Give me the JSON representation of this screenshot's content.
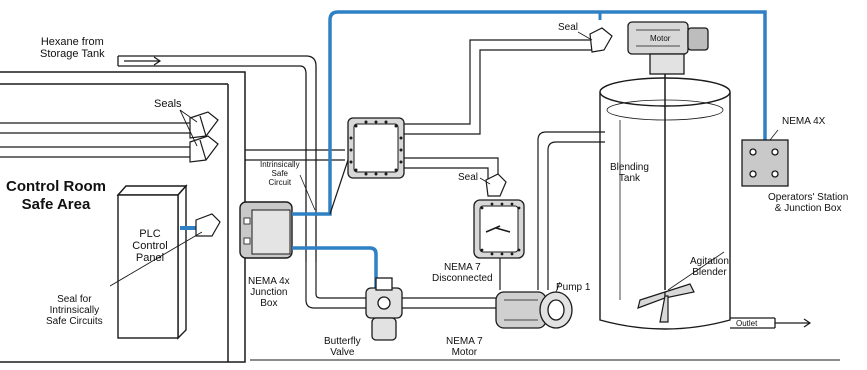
{
  "labels": {
    "hexane": "Hexane from\nStorage Tank",
    "seals": "Seals",
    "control_room": "Control Room\nSafe Area",
    "plc": "PLC\nControl\nPanel",
    "seal_for_is": "Seal for\nIntrinsically\nSafe Circuits",
    "is_circuit": "Intrinsically\nSafe\nCircuit",
    "junction_box": "NEMA 4x\nJunction\nBox",
    "butterfly": "Butterfly\nValve",
    "nema7_motor": "NEMA 7\nMotor",
    "pump": "Pump 1",
    "seal_top": "Seal",
    "seal_mid": "Seal",
    "motor": "Motor",
    "nema7_disc": "NEMA 7\nDisconnected",
    "blending_tank": "Blending\nTank",
    "agitation": "Agitation\nBlender",
    "nema4x": "NEMA 4X",
    "operators": "Operators' Station\n& Junction Box",
    "outlet": "Outlet"
  },
  "colors": {
    "conduit_blue": "#2f80c4",
    "line": "#1a1a1a",
    "box_gray": "#c9c9c9"
  }
}
